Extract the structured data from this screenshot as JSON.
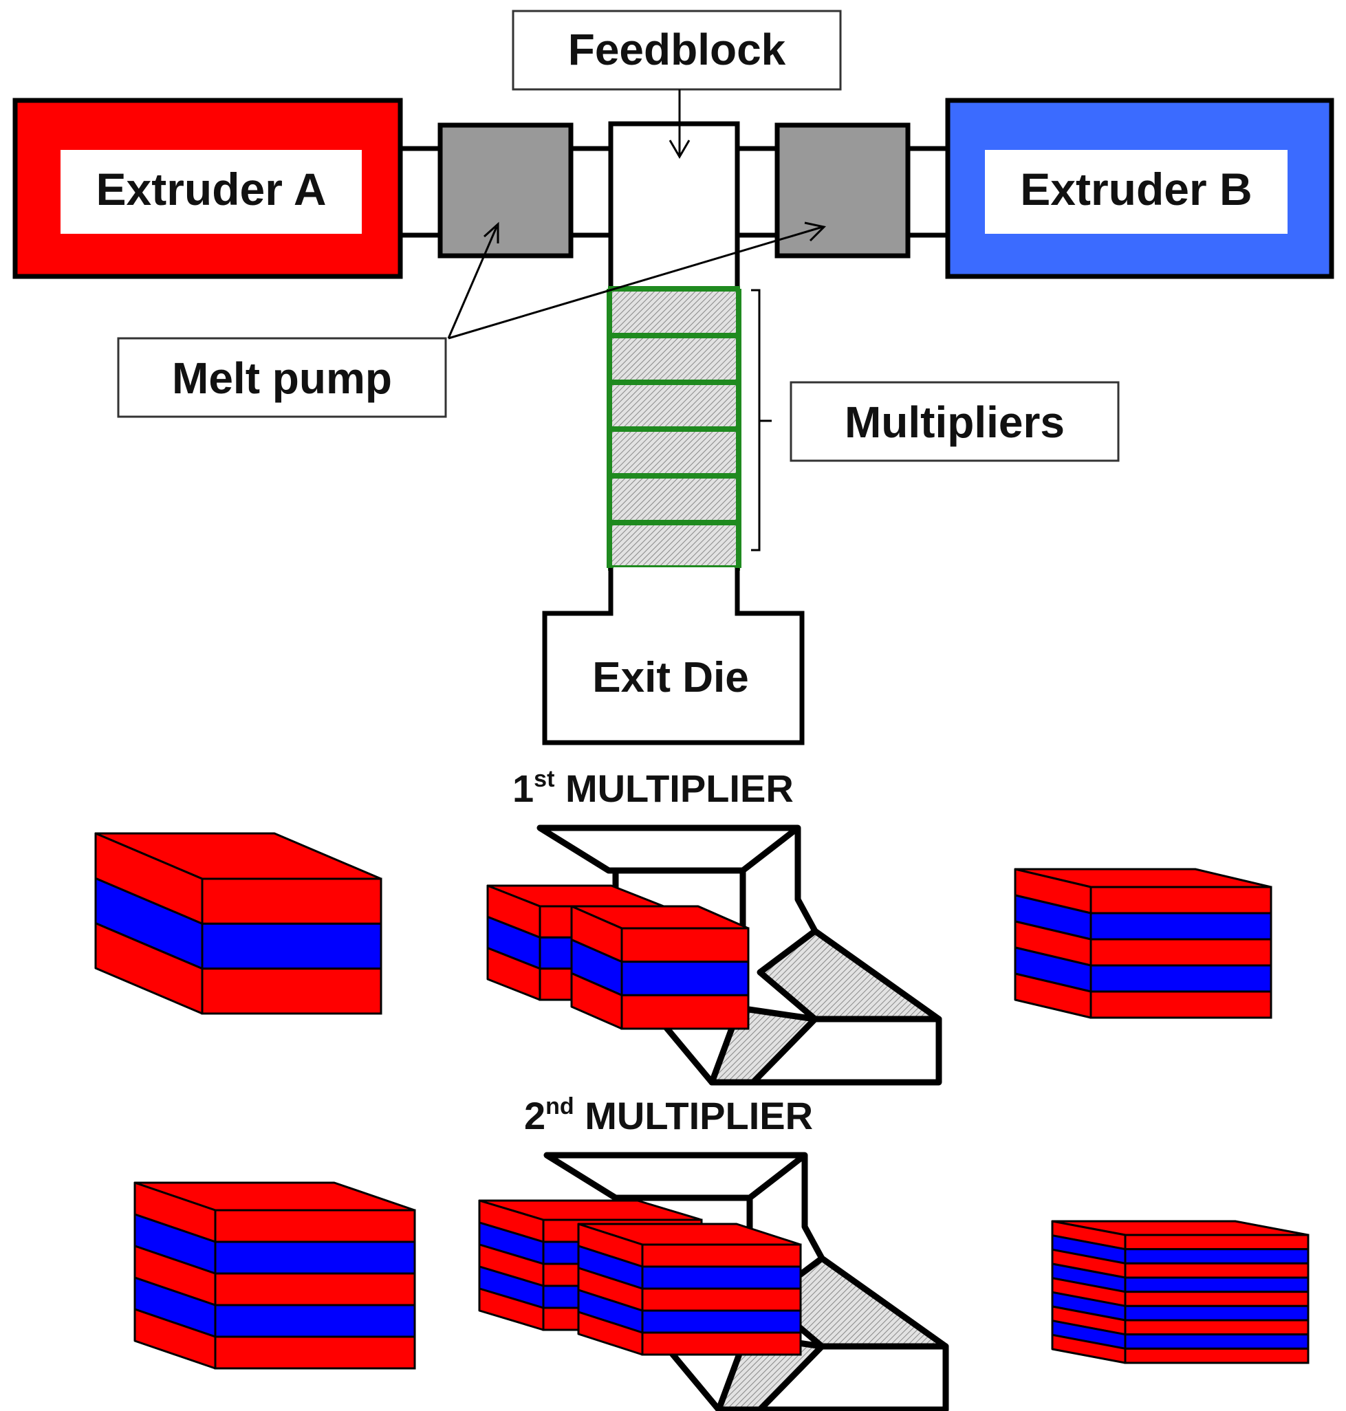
{
  "labels": {
    "feedblock": "Feedblock",
    "extruder_a": "Extruder A",
    "extruder_b": "Extruder B",
    "melt_pump": "Melt pump",
    "multipliers": "Multipliers",
    "exit_die": "Exit Die",
    "mult1_number": "1",
    "mult1_sup": "st",
    "mult1_word": " MULTIPLIER",
    "mult2_number": "2",
    "mult2_sup": "nd",
    "mult2_word": " MULTIPLIER"
  },
  "colors": {
    "polymer_a": "#ff0000",
    "polymer_b": "#0000ff",
    "extruder_a_frame": "#ff0000",
    "extruder_b_frame": "#3b6bff",
    "melt_pump_fill": "#999999",
    "multiplier_stage_border": "#1f8a1f",
    "hatch_fill": "#d8d8d8",
    "outline": "#000000"
  },
  "layer_stacks": {
    "stage1_input_layers": [
      "A",
      "B",
      "A"
    ],
    "stage1_output_layers": [
      "A",
      "B",
      "A",
      "B",
      "A"
    ],
    "stage2_input_layers": [
      "A",
      "B",
      "A",
      "B",
      "A"
    ],
    "stage2_output_layers": [
      "A",
      "B",
      "A",
      "B",
      "A",
      "B",
      "A",
      "B",
      "A"
    ]
  }
}
